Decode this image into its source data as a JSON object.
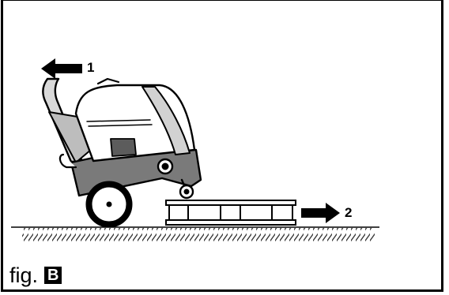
{
  "figure": {
    "step_1": "1",
    "step_2": "2",
    "caption_text": "fig.",
    "caption_letter": "B"
  },
  "icons": [
    "arrow-left-icon",
    "arrow-right-icon"
  ],
  "colors": {
    "line": "#000000",
    "background": "#ffffff",
    "floor_hatch": "#3a3a3a"
  }
}
